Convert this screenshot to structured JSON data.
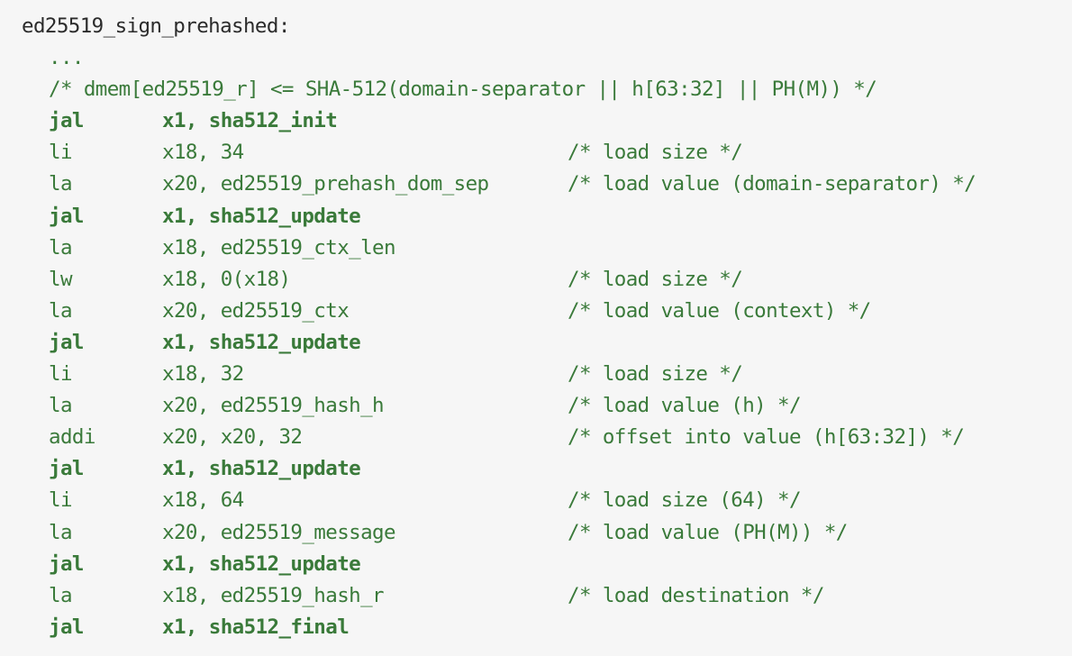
{
  "label": "ed25519_sign_prehashed:",
  "ellipsis": "...",
  "header_comment": "/* dmem[ed25519_r] <= SHA-512(domain-separator || h[63:32] || PH(M)) */",
  "instructions": [
    {
      "op": "jal",
      "args": "x1, sha512_init",
      "comment": "",
      "bold": true
    },
    {
      "op": "li",
      "args": "x18, 34",
      "comment": "/* load size */",
      "bold": false
    },
    {
      "op": "la",
      "args": "x20, ed25519_prehash_dom_sep",
      "comment": "/* load value (domain-separator) */",
      "bold": false
    },
    {
      "op": "jal",
      "args": "x1, sha512_update",
      "comment": "",
      "bold": true
    },
    {
      "op": "la",
      "args": "x18, ed25519_ctx_len",
      "comment": "",
      "bold": false
    },
    {
      "op": "lw",
      "args": "x18, 0(x18)",
      "comment": "/* load size */",
      "bold": false
    },
    {
      "op": "la",
      "args": "x20, ed25519_ctx",
      "comment": "/* load value (context) */",
      "bold": false
    },
    {
      "op": "jal",
      "args": "x1, sha512_update",
      "comment": "",
      "bold": true
    },
    {
      "op": "li",
      "args": "x18, 32",
      "comment": "/* load size */",
      "bold": false
    },
    {
      "op": "la",
      "args": "x20, ed25519_hash_h",
      "comment": "/* load value (h) */",
      "bold": false
    },
    {
      "op": "addi",
      "args": "x20, x20, 32",
      "comment": "/* offset into value (h[63:32]) */",
      "bold": false
    },
    {
      "op": "jal",
      "args": "x1, sha512_update",
      "comment": "",
      "bold": true
    },
    {
      "op": "li",
      "args": "x18, 64",
      "comment": "/* load size (64) */",
      "bold": false
    },
    {
      "op": "la",
      "args": "x20, ed25519_message",
      "comment": "/* load value (PH(M)) */",
      "bold": false
    },
    {
      "op": "jal",
      "args": "x1, sha512_update",
      "comment": "",
      "bold": true
    },
    {
      "op": "la",
      "args": "x18, ed25519_hash_r",
      "comment": "/* load destination */",
      "bold": false
    },
    {
      "op": "jal",
      "args": "x1, sha512_final",
      "comment": "",
      "bold": true
    }
  ],
  "colors": {
    "background": "#f6f6f6",
    "text": "#3b3b3b",
    "keyword_green": "#3a7a3a"
  }
}
